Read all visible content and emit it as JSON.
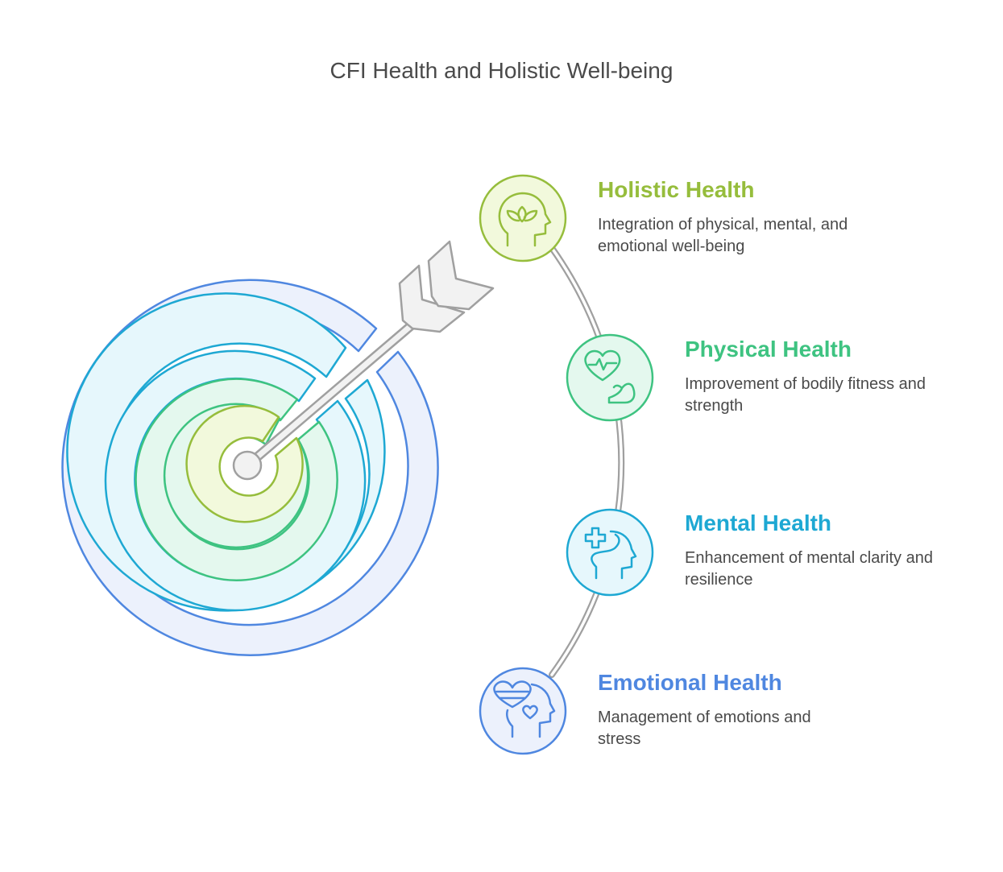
{
  "title": "CFI Health and Holistic Well-being",
  "colors": {
    "holistic": "#96bd3c",
    "physical": "#3ec381",
    "mental": "#1ea8d3",
    "emotional": "#4f87e0",
    "arrow": "#a0a0a0"
  },
  "items": [
    {
      "title": "Holistic Health",
      "desc": "Integration of physical, mental, and emotional well-being",
      "icon": "head-lotus-icon"
    },
    {
      "title": "Physical Health",
      "desc": "Improvement of bodily fitness and strength",
      "icon": "heart-muscle-icon"
    },
    {
      "title": "Mental Health",
      "desc": "Enhancement of mental clarity and resilience",
      "icon": "head-medical-cross-icon"
    },
    {
      "title": "Emotional Health",
      "desc": "Management of emotions and stress",
      "icon": "head-heart-icon"
    }
  ]
}
